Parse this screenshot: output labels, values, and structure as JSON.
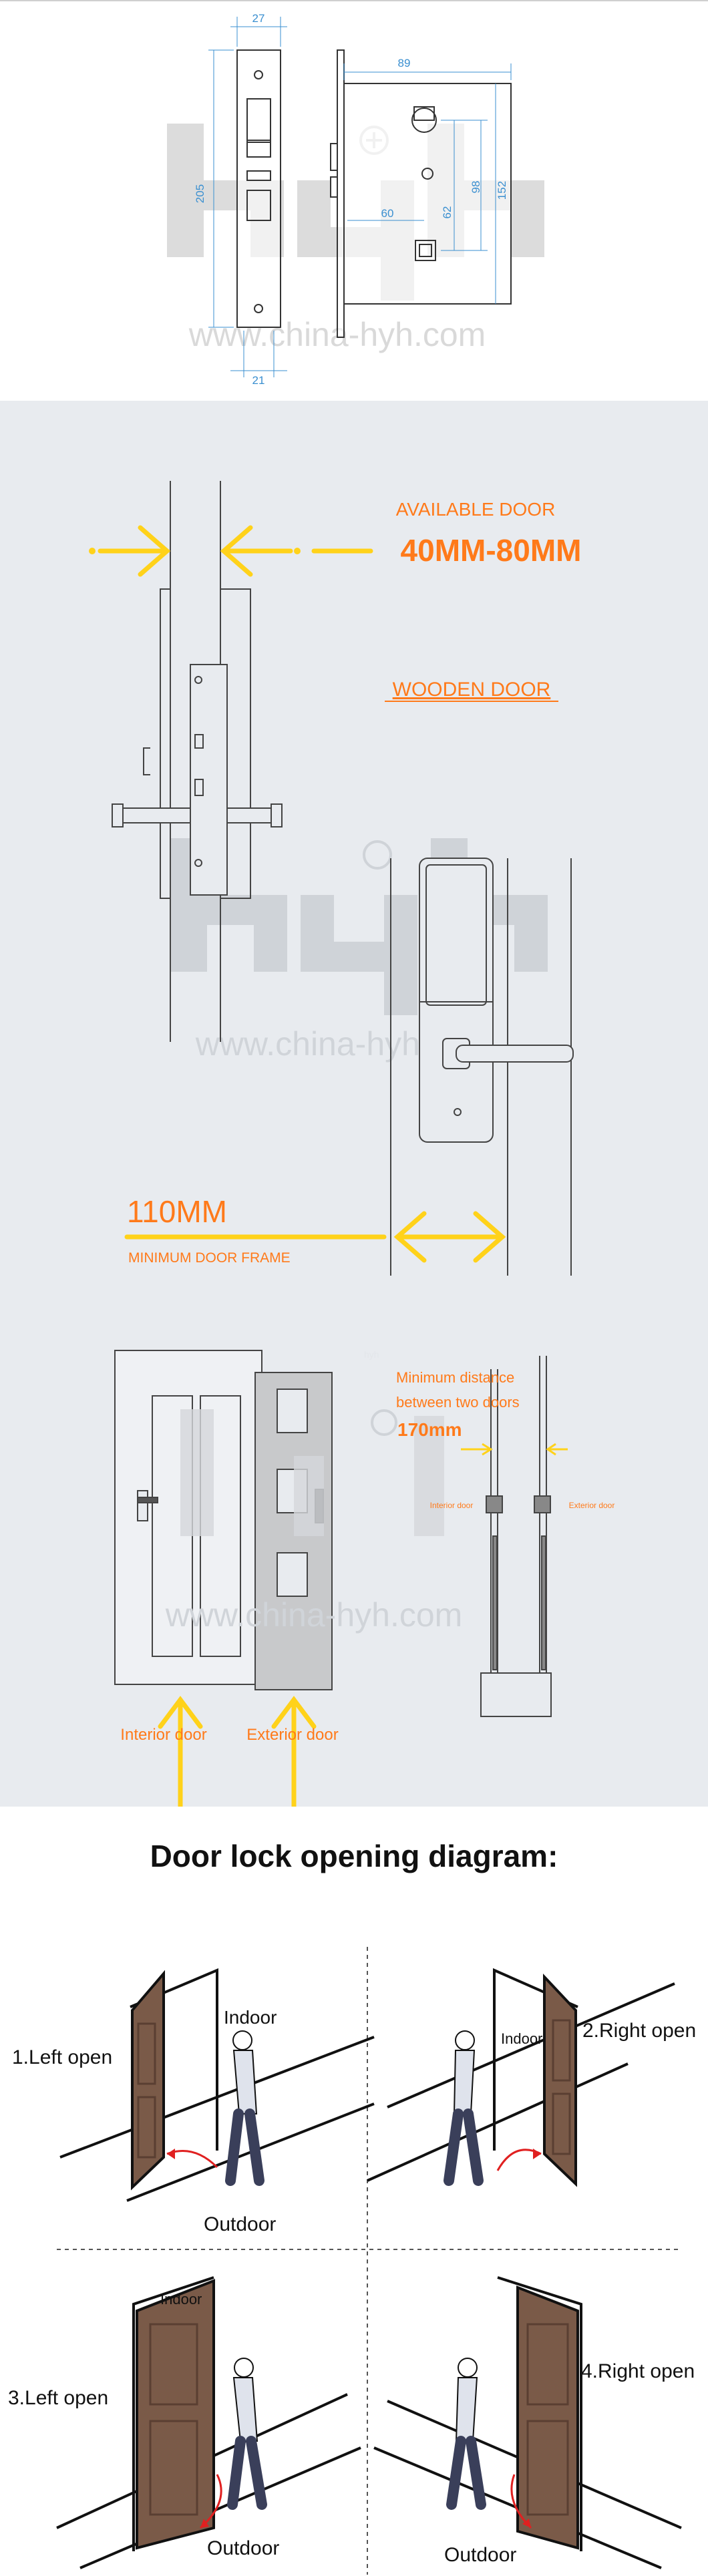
{
  "watermark": {
    "logo": "hyh",
    "url": "www.china-hyh.com"
  },
  "spec_drawing": {
    "dims": {
      "top_width": "27",
      "faceplate_height": "205",
      "bottom_width": "21",
      "body_width": "89",
      "backset": "60",
      "center": "62",
      "body_height_inner": "98",
      "body_height": "152"
    }
  },
  "door_fit": {
    "available_label": "AVAILABLE DOOR",
    "available_range": "40MM-80MM",
    "door_type": "WOODEN DOOR",
    "frame_value": "110MM",
    "frame_label": "MINIMUM DOOR FRAME"
  },
  "double_door": {
    "distance_label_1": "Minimum distance",
    "distance_label_2": "between two doors",
    "distance_value": "170mm",
    "small_interior": "Interior door",
    "small_exterior": "Exterior door",
    "interior_label": "Interior door",
    "exterior_label": "Exterior door"
  },
  "opening": {
    "title": "Door lock opening diagram:",
    "panels": [
      {
        "label": "1.Left open",
        "top": "Indoor",
        "bottom": "Outdoor"
      },
      {
        "label": "2.Right open",
        "top": "Indoor",
        "bottom": ""
      },
      {
        "label": "3.Left open",
        "top": "Indoor",
        "bottom": "Outdoor"
      },
      {
        "label": "4.Right open",
        "top": "",
        "bottom": "Outdoor"
      }
    ]
  }
}
